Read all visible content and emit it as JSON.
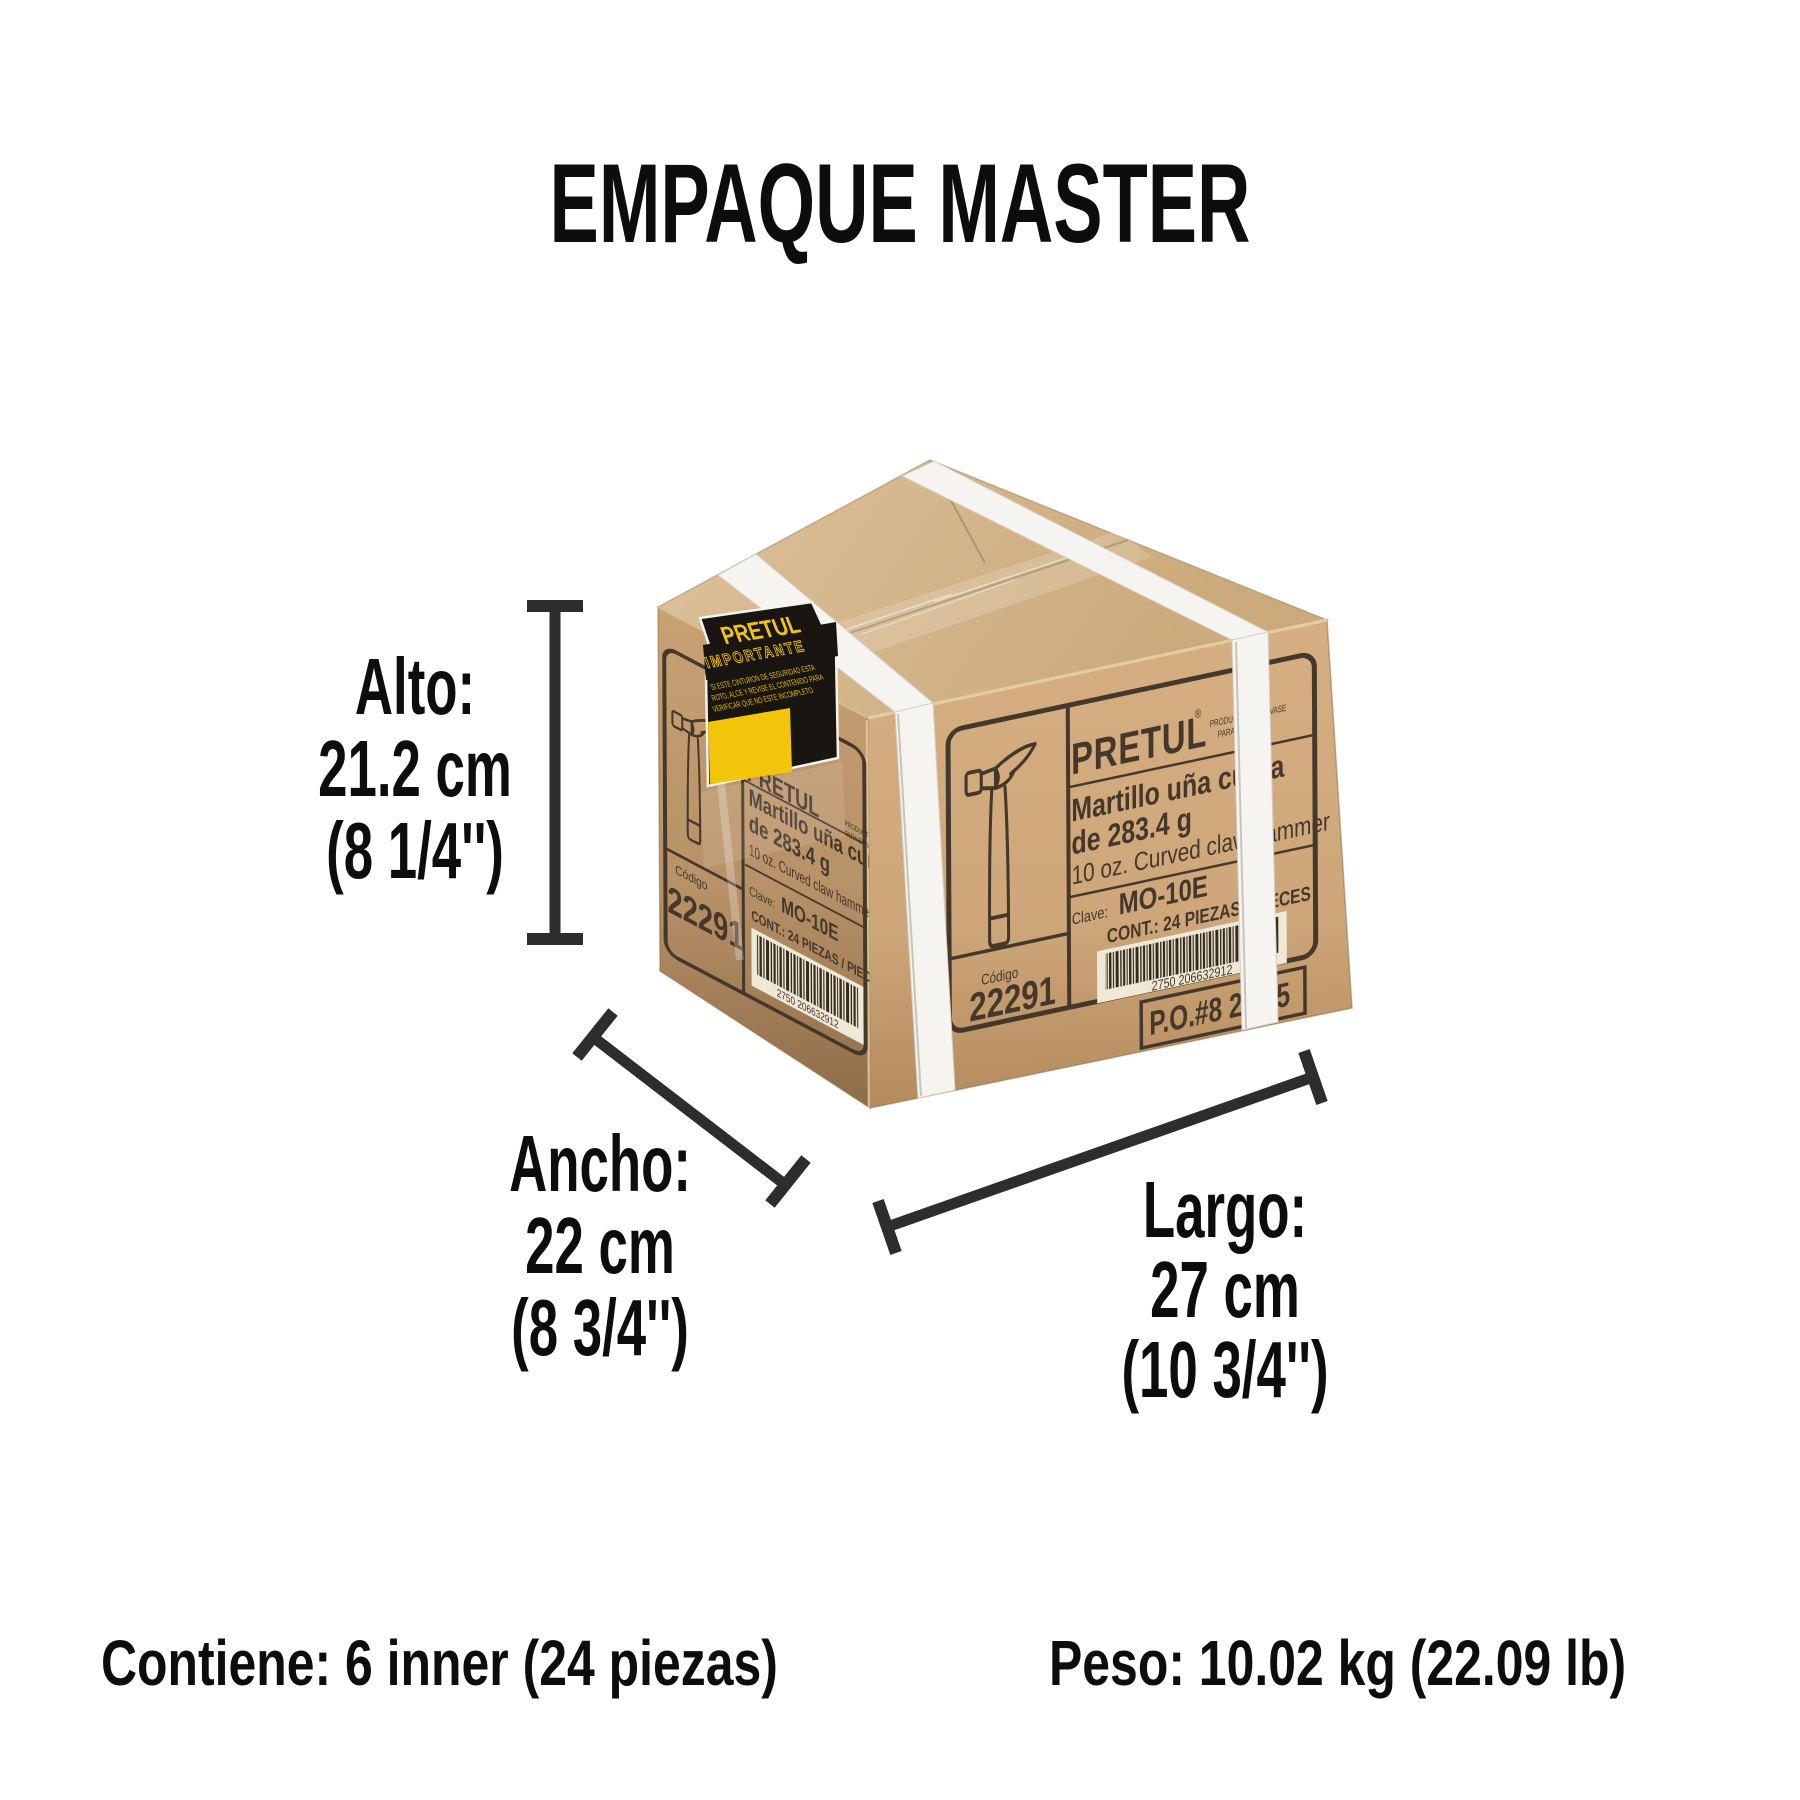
{
  "title": "EMPAQUE MASTER",
  "dimensions": {
    "alto": {
      "label": "Alto:",
      "value": "21.2 cm",
      "inches": "(8 1/4'')"
    },
    "ancho": {
      "label": "Ancho:",
      "value": "22 cm",
      "inches": "(8 3/4'')"
    },
    "largo": {
      "label": "Largo:",
      "value": "27 cm",
      "inches": "(10 3/4'')"
    }
  },
  "footer": {
    "contains_label": "Contiene:",
    "contains_value": "6 inner (24 piezas)",
    "weight_label": "Peso:",
    "weight_value": "10.02 kg (22.09 lb)"
  },
  "box": {
    "brand": "PRETUL",
    "registered": "®",
    "product_es": "Martillo uña curva",
    "product_weight": "de 283.4 g",
    "product_en": "10 oz. Curved claw hammer",
    "clave_label": "Clave:",
    "clave": "MO-10E",
    "content": "CONT.: 24 PIEZAS / PIECES",
    "code_label": "Código",
    "code": "22291",
    "barcode_digits": "2750 206632912",
    "po": "P.O.#8 20 25",
    "disclaimer_1": "PRODUCTO SIN ENVASE",
    "disclaimer_2": "PARA SU VENTA",
    "corner_label": {
      "brand": "PRETUL",
      "importante": "IMPORTANTE",
      "line1": "SI ESTE CINTURON DE SEGURIDAD ESTA",
      "line2": "ROTO, ALCE Y REVISE EL CONTENIDO PARA",
      "line3": "VERIFICAR QUE NO ESTE INCOMPLETO"
    }
  },
  "colors": {
    "cardboard_top": "#d8bc93",
    "cardboard_front": "#d2ab7d",
    "cardboard_left": "#c5a071",
    "print_ink": "#453729",
    "label_black": "#191510",
    "label_yellow": "#f3c50a",
    "strap_white": "#f6f4f0",
    "text_black": "#0d0d0d"
  }
}
